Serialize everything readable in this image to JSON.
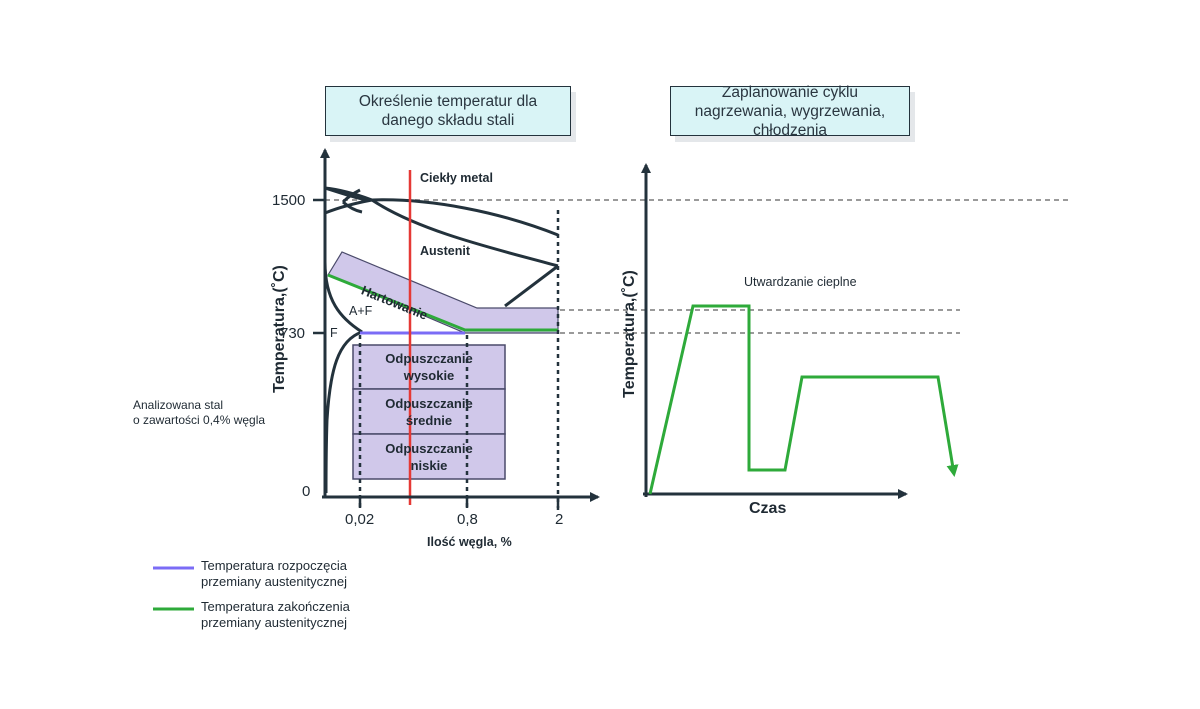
{
  "headers": {
    "left": "Określenie temperatur dla danego składu stali",
    "right": "Zaplanowanie cyklu nagrzewania, wygrzewania, chłodzenia"
  },
  "phase_diagram": {
    "y_axis_label": "Temperatura,(˚C)",
    "x_axis_label": "Ilość węgla, %",
    "y_ticks": [
      "1500",
      "730",
      "0"
    ],
    "x_ticks": [
      "0,02",
      "0,8",
      "2"
    ],
    "regions": {
      "liquid": "Ciekły metal",
      "austenite": "Austenit",
      "ferrite_austenite": "A+F",
      "ferrite": "F"
    },
    "hardening_label": "Hartowanie",
    "tempering_boxes": [
      {
        "line1": "Odpuszczanie",
        "line2": "wysokie"
      },
      {
        "line1": "Odpuszczanie",
        "line2": "średnie"
      },
      {
        "line1": "Odpuszczanie",
        "line2": "niskie"
      }
    ],
    "analyzed_steel_note": {
      "line1": "Analizowana stal",
      "line2": "o zawartości 0,4% węgla"
    }
  },
  "cycle_diagram": {
    "y_axis_label": "Temperatura,(˚C)",
    "x_axis_label": "Czas",
    "title": "Utwardzanie cieplne"
  },
  "legend": [
    {
      "color": "#7b6cf6",
      "line1": "Temperatura rozpoczęcia",
      "line2": "przemiany austenitycznej"
    },
    {
      "color": "#2eaa3a",
      "line1": "Temperatura zakończenia",
      "line2": "przemiany austenitycznej"
    }
  ],
  "colors": {
    "axis": "#23323c",
    "box_fill": "#d0c8ea",
    "box_stroke": "#4a4a6a",
    "start_line": "#7b6cf6",
    "end_line": "#2eaa3a",
    "analyzed_line": "#e53935",
    "guide_dash": "#9a9a9a",
    "header_bg": "#d9f4f6"
  }
}
